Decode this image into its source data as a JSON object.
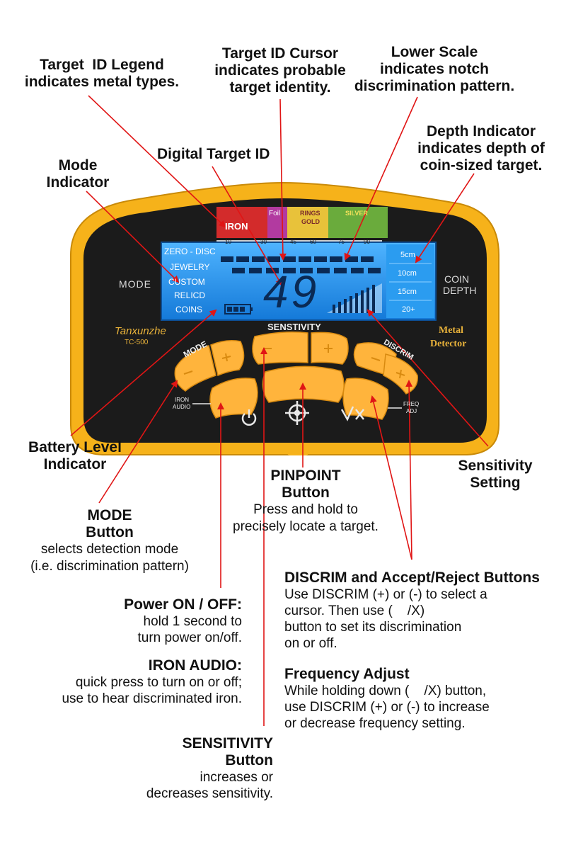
{
  "callouts": {
    "target_id_legend": {
      "title": "Target  ID Legend",
      "body": "indicates metal types."
    },
    "target_id_cursor": {
      "title": "Target ID Cursor",
      "line2": "indicates probable",
      "line3": "target identity."
    },
    "lower_scale": {
      "title": "Lower Scale",
      "line2": "indicates notch",
      "line3": "discrimination pattern."
    },
    "depth_indicator": {
      "title": "Depth Indicator",
      "line2": "indicates depth of",
      "line3": "coin-sized target."
    },
    "mode_indicator": {
      "line1": "Mode",
      "line2": "Indicator"
    },
    "digital_target_id": {
      "title": "Digital Target ID"
    },
    "battery_level": {
      "line1": "Battery Level",
      "line2": "Indicator"
    },
    "sensitivity_setting": {
      "line1": "Sensitivity",
      "line2": "Setting"
    },
    "pinpoint": {
      "line1": "PINPOINT",
      "line2": "Button",
      "line3": "Press and hold to",
      "line4": "precisely locate a target."
    },
    "mode_button": {
      "line1": "MODE",
      "line2": "Button",
      "line3": "selects detection mode",
      "line4": "(i.e. discrimination pattern)"
    },
    "power": {
      "title": "Power ON / OFF:",
      "line2": "hold 1 second to",
      "line3": "turn power on/off."
    },
    "iron_audio": {
      "title": "IRON AUDIO:",
      "line2": "quick press to turn on or off;",
      "line3": "use to hear discriminated iron."
    },
    "discrim": {
      "title": "DISCRIM and Accept/Reject Buttons",
      "line2": "Use DISCRIM (+) or (-) to select a",
      "line3": "cursor. Then use (    /X)",
      "line4": "button to set its discrimination",
      "line5": "on or off."
    },
    "frequency": {
      "title": "Frequency Adjust",
      "line2": "While holding down (    /X) button,",
      "line3": "use DISCRIM (+) or (-) to increase",
      "line4": "or decrease frequency setting."
    },
    "sensitivity_button": {
      "line1": "SENSITIVITY",
      "line2": "Button",
      "line3": "increases or",
      "line4": "decreases sensitivity."
    }
  },
  "device": {
    "brand": "Tanxunzhe",
    "model": "TC-500",
    "product_line1": "Metal",
    "product_line2": "Detector",
    "mode_label": "MODE",
    "coin_label": "COIN",
    "depth_label": "DEPTH",
    "sensitivity_label": "SENSTIVITY",
    "mode_btn_label": "MODE",
    "discrim_btn_label": "DISCRIM",
    "iron_audio_label1": "IRON",
    "iron_audio_label2": "AUDIO",
    "freq_label1": "FREQ",
    "freq_label2": "ADJ",
    "legend_iron": "IRON",
    "legend_foil": "Foil",
    "legend_rings": "RINGS",
    "legend_gold": "GOLD",
    "legend_silver": "SILVER",
    "scale_ticks": [
      "10",
      "30",
      "45",
      "60",
      "75",
      "90"
    ],
    "modes": [
      "ZERO - DISC",
      "JEWELRY",
      "CUSTOM",
      "RELICD",
      "COINS"
    ],
    "depths": [
      "5cm",
      "10cm",
      "15cm",
      "20+"
    ],
    "digital_id": "49",
    "colors": {
      "body": "#f6b21a",
      "panel": "#1a1a1a",
      "lcd": "#1f8fe8",
      "button": "#ffb43c",
      "arrow": "#e01515"
    }
  }
}
